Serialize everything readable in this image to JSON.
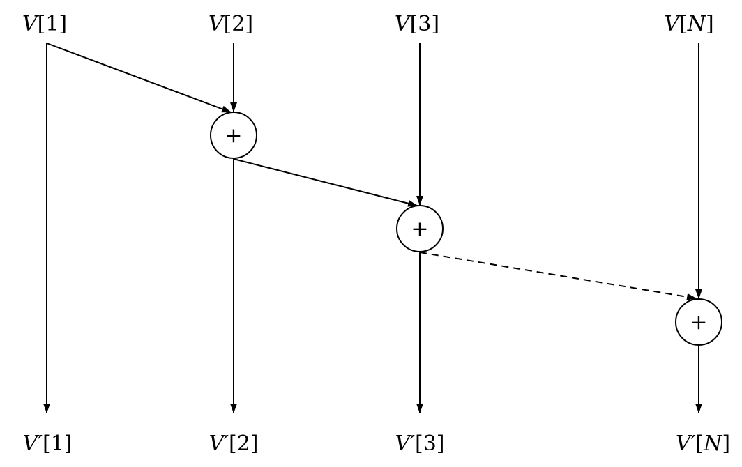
{
  "diagram": {
    "inputs": [
      {
        "name": "V",
        "index": "1"
      },
      {
        "name": "V",
        "index": "2"
      },
      {
        "name": "V",
        "index": "3"
      },
      {
        "name": "V",
        "index": "N"
      }
    ],
    "outputs": [
      {
        "name": "V′",
        "index": "1"
      },
      {
        "name": "V′",
        "index": "2"
      },
      {
        "name": "V′",
        "index": "3"
      },
      {
        "name": "V′",
        "index": "N"
      }
    ],
    "operator_symbol": "+",
    "operator_count": 3,
    "line_color": "#000000",
    "background_color": "#ffffff"
  }
}
